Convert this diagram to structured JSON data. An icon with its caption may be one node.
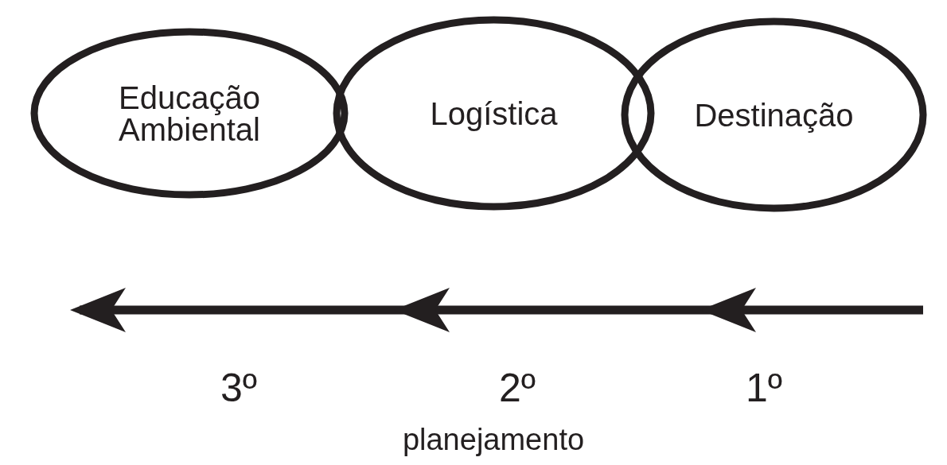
{
  "diagram": {
    "nodes": [
      {
        "text": [
          "Educação Ambiental"
        ]
      },
      {
        "text": [
          "Logística"
        ]
      },
      {
        "text": [
          "Destinação"
        ]
      }
    ],
    "labels": [
      "3º",
      "2º",
      "1º",
      "planejamento"
    ]
  }
}
